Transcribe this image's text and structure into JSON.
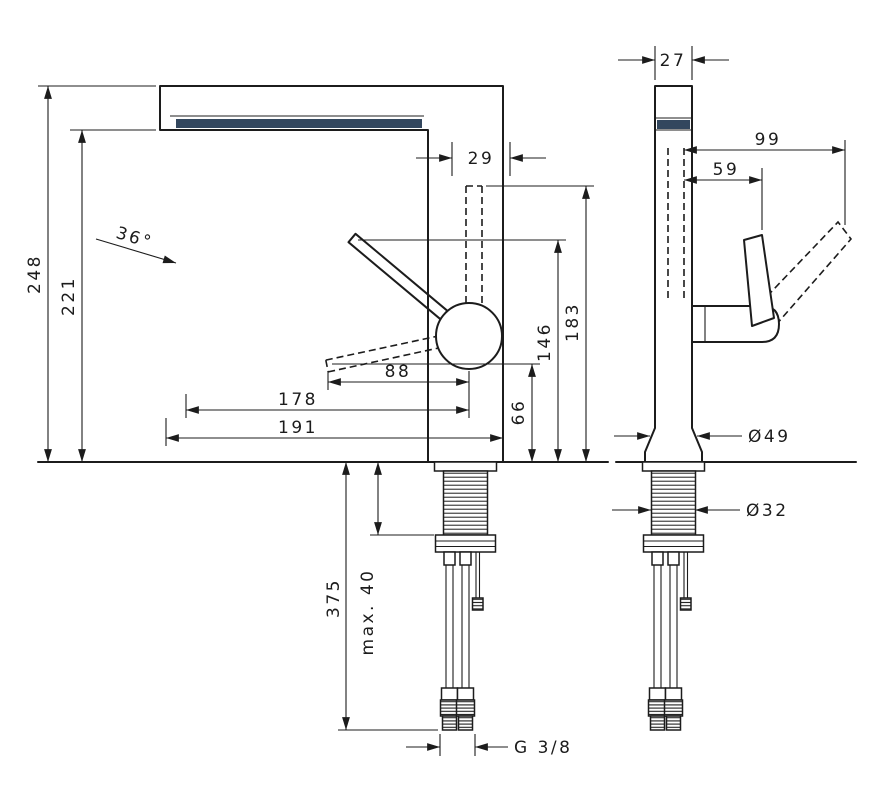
{
  "drawing": {
    "background": "#ffffff",
    "line_color": "#1c1c1c",
    "aerator_color": "#33475e",
    "front_view": {
      "dim_248": "248",
      "dim_221": "221",
      "dim_36deg": "36°",
      "dim_29": "29",
      "dim_88": "88",
      "dim_178": "178",
      "dim_191": "191",
      "dim_66": "66",
      "dim_146": "146",
      "dim_183": "183",
      "dim_375": "375",
      "dim_max_40": "max. 40",
      "dim_thread": "G 3/8"
    },
    "side_view": {
      "dim_27": "27",
      "dim_99": "99",
      "dim_59": "59",
      "dim_dia_49": "Ø49",
      "dim_dia_32": "Ø32"
    }
  }
}
